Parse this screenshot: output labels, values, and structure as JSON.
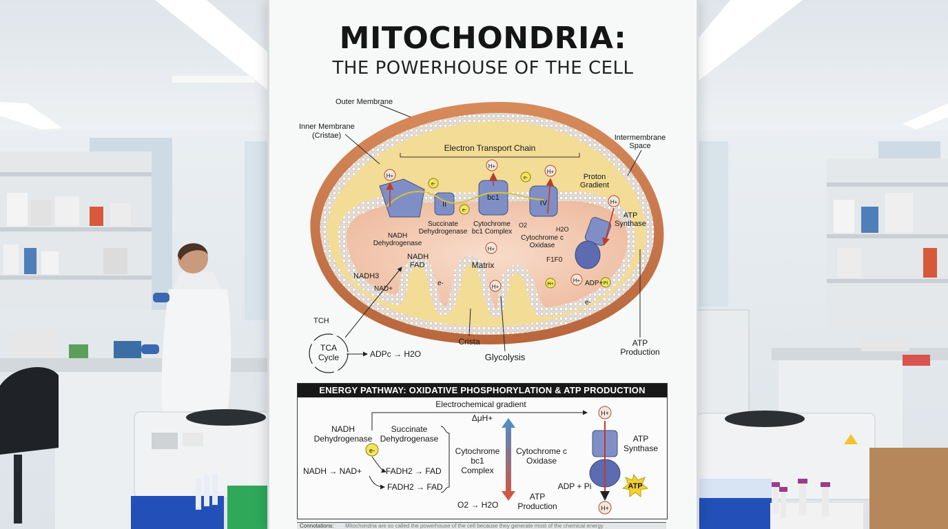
{
  "poster": {
    "title": "MITOCHONDRIA:",
    "subtitle": "THE POWERHOUSE OF THE CELL"
  },
  "diagram_labels": {
    "outer_membrane": "Outer Membrane",
    "inner_membrane_1": "Inner Membrane",
    "inner_membrane_2": "(Cristae)",
    "etc": "Electron Transport Chain",
    "intermembrane_1": "Intermembrane",
    "intermembrane_2": "Space",
    "proton_1": "Proton",
    "proton_2": "Gradient",
    "atp_synthase_1": "ATP",
    "atp_synthase_2": "Synthase",
    "nadh_dh_1": "NADH",
    "nadh_dh_2": "Dehydrogenase",
    "succinate_dh_1": "Succinate",
    "succinate_dh_2": "Dehydrogenase",
    "cyt_bc1_1": "Cytochrome",
    "cyt_bc1_2": "bc1 Complex",
    "cyt_c_ox_1": "Cytochrome c",
    "cyt_c_ox_2": "Oxidase",
    "complex_ii": "II",
    "complex_bc1": "bc1",
    "complex_iv": "IV",
    "h_plus": "H+",
    "e_minus": "e-",
    "nadh_fad_1": "NADH",
    "nadh_fad_2": "FAD",
    "nadh3": "NADH3",
    "nad_plus": "NAD+",
    "matrix": "Matrix",
    "o2": "O2",
    "h2o": "H2O",
    "f1f0": "F1F0",
    "adp_pi": "ADP+",
    "pi": "Pi",
    "tch": "TCH",
    "tca_1": "TCA",
    "tca_2": "Cycle",
    "adp_h2o": "ADPc → H2O",
    "crista": "Crista",
    "glycolysis": "Glycolysis",
    "atp_production_1": "ATP",
    "atp_production_2": "Production"
  },
  "panel": {
    "header": "ENERGY PATHWAY: OXIDATIVE PHOSPHORYLATION & ATP PRODUCTION",
    "gradient_label": "Electrochemical gradient",
    "delta_mu": "ΔμH+",
    "nadh_dh_1": "NADH",
    "nadh_dh_2": "Dehydrogenase",
    "succinate_dh_1": "Succinate",
    "succinate_dh_2": "Dehydrogenase",
    "e_minus": "e-",
    "nadh_to_nad": "NADH → NAD+",
    "fadh2_fad_1": "FADH2 → FAD",
    "fadh2_fad_2": "FADH2 → FAD",
    "cyt_bc1_1": "Cytochrome",
    "cyt_bc1_2": "bc1",
    "cyt_bc1_3": "Complex",
    "cyt_c_ox_1": "Cytochrome c",
    "cyt_c_ox_2": "Oxidase",
    "atp_prod_1": "ATP",
    "atp_prod_2": "Production",
    "o2_to_h2o": "O2 → H2O",
    "atp_synthase_1": "ATP",
    "atp_synthase_2": "Synthase",
    "h_plus": "H+",
    "adp_pi": "ADP + Pi",
    "atp": "ATP"
  },
  "footer": {
    "label": "Connotations:",
    "text": "Mitochondria are so called the powerhouse of the cell because they generate most of the chemical energy"
  },
  "colors": {
    "outer_membrane": "#c8764a",
    "intermembrane": "#f3dc95",
    "matrix": "#f2c9b0",
    "protein": "#7f8fc6",
    "proton": "#f3e7d9",
    "electron": "#f3e55c",
    "arrow_red": "#c0392b",
    "gradient_top": "#4a90c8",
    "gradient_bottom": "#d9533b"
  }
}
